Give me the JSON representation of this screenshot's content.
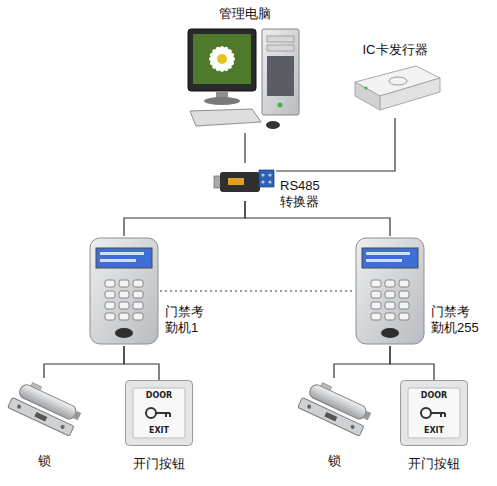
{
  "diagram": {
    "nodes": [
      {
        "text": [
          "管理电脑"
        ]
      },
      {
        "text": [
          "IC卡发行器"
        ]
      },
      {
        "text": [
          "RS485 转换器"
        ]
      },
      {
        "text": [
          "门禁考 勤机1"
        ]
      },
      {
        "text": [
          "门禁考 勤机255"
        ]
      },
      {
        "text": [
          "锁"
        ]
      },
      {
        "text": [
          "开门按钮"
        ]
      },
      {
        "text": [
          "锁"
        ]
      },
      {
        "text": [
          "开门按钮"
        ]
      }
    ],
    "edges": [
      {
        "from": 0,
        "to": 2,
        "arrow": "none"
      },
      {
        "from": 1,
        "to": 2,
        "arrow": "none"
      },
      {
        "from": 2,
        "to": 3,
        "arrow": "none"
      },
      {
        "from": 2,
        "to": 4,
        "arrow": "none"
      },
      {
        "from": 3,
        "to": 4,
        "arrow": "none"
      },
      {
        "from": 3,
        "to": 5,
        "arrow": "none"
      },
      {
        "from": 3,
        "to": 6,
        "arrow": "none"
      },
      {
        "from": 4,
        "to": 7,
        "arrow": "none"
      },
      {
        "from": 4,
        "to": 8,
        "arrow": "none"
      }
    ],
    "labels": [
      "DOOR",
      "EXIT",
      "DOOR",
      "EXIT"
    ]
  }
}
